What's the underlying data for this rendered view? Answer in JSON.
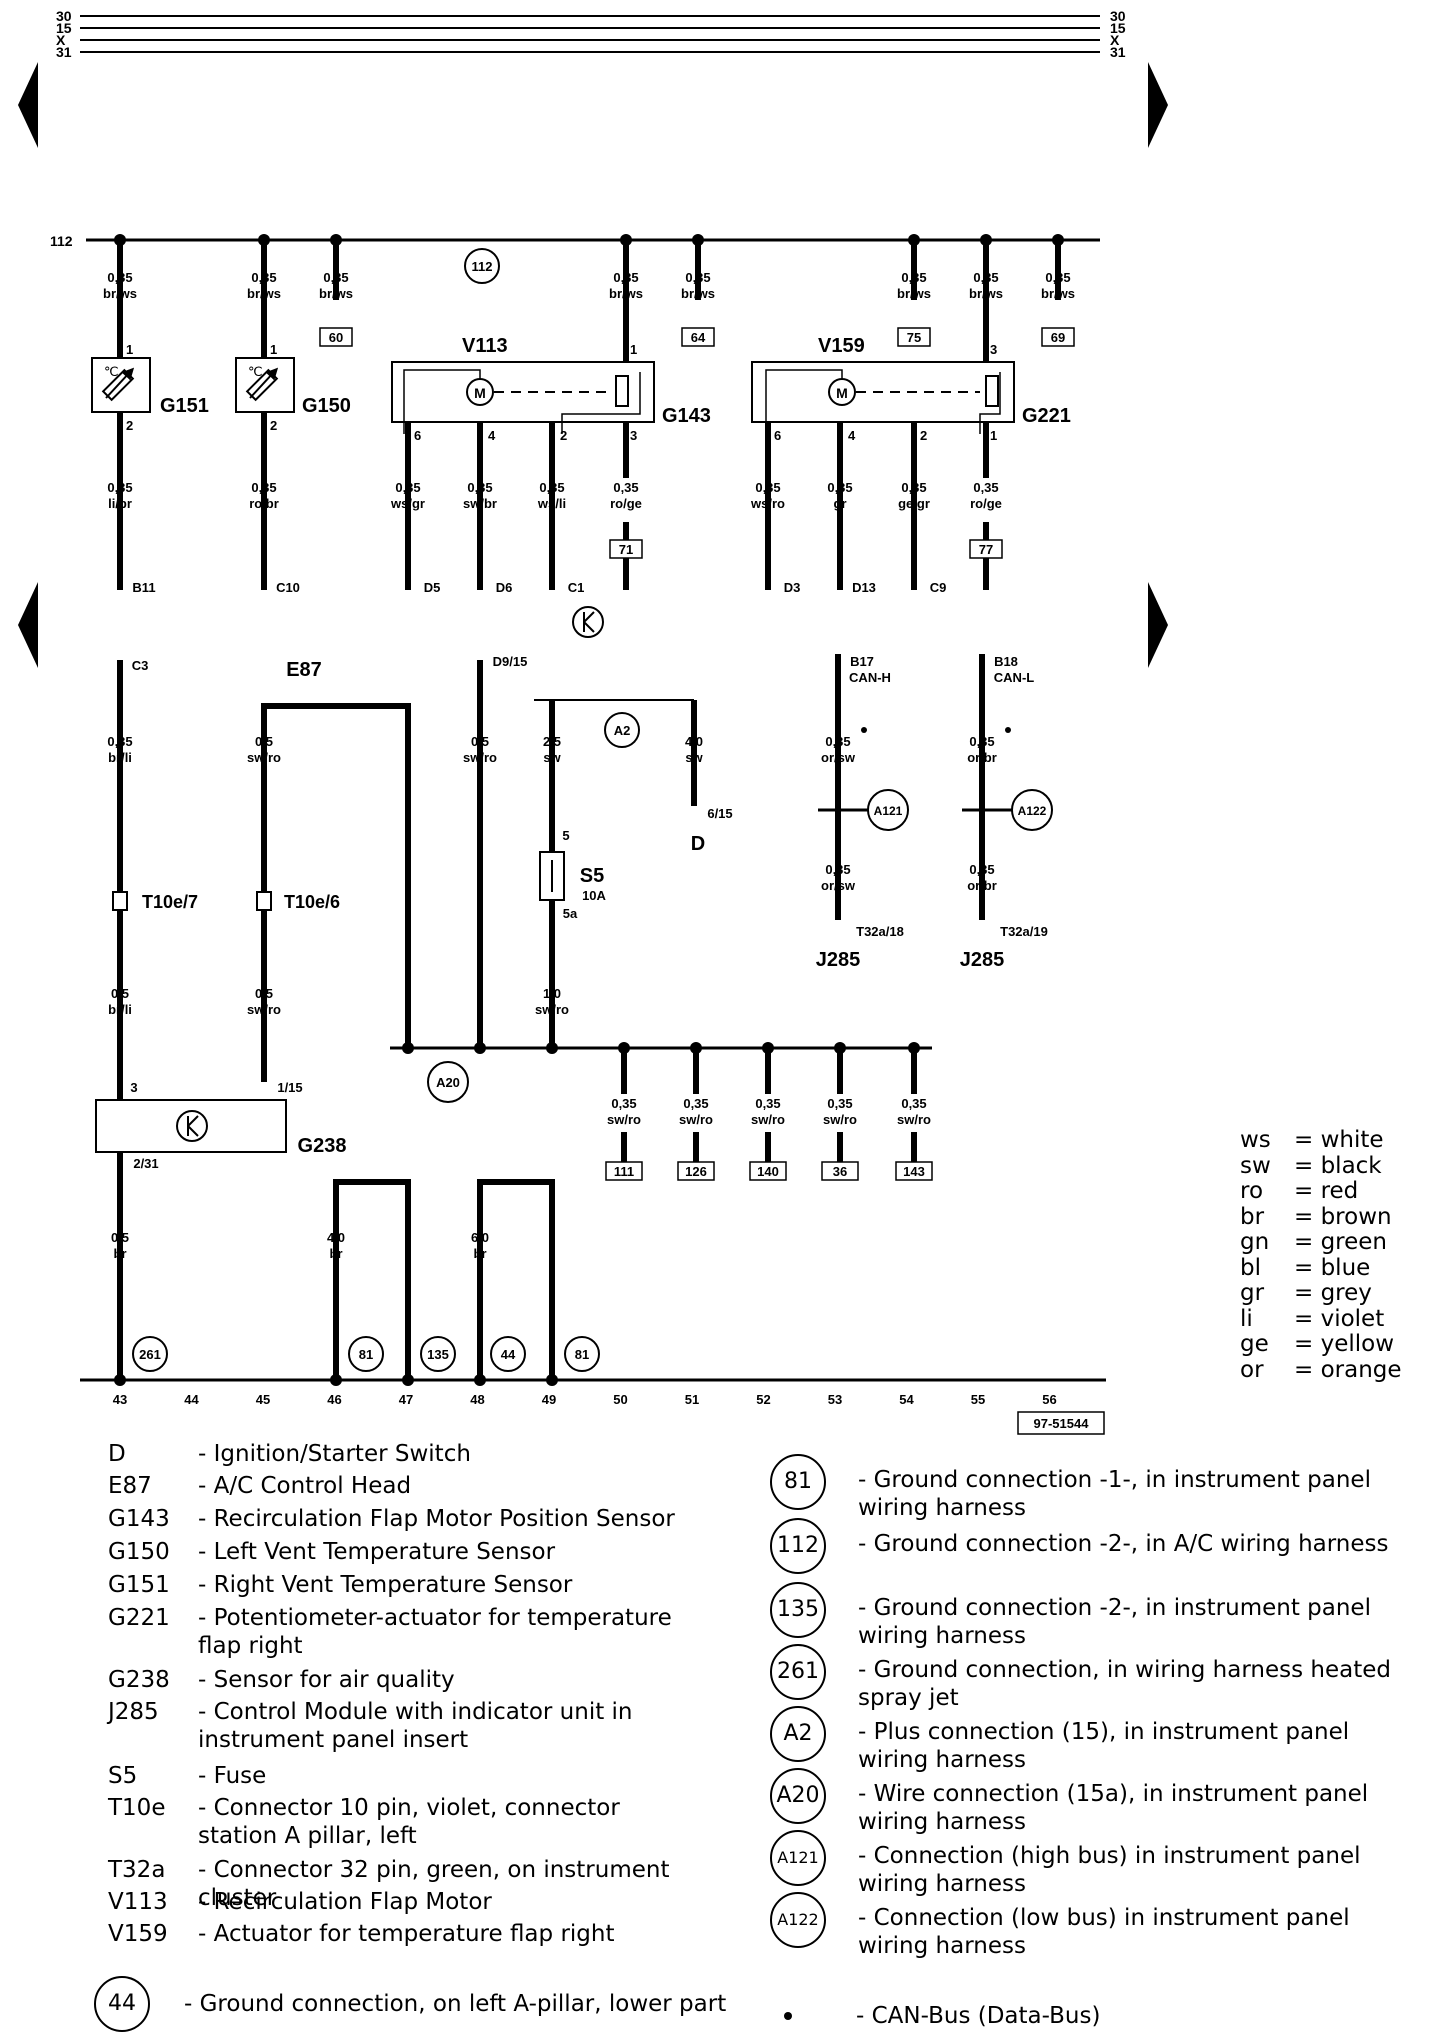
{
  "rails": [
    "30",
    "15",
    "X",
    "31"
  ],
  "ground_bus": "112",
  "diagram_id": "97-51544",
  "ruler": [
    "43",
    "44",
    "45",
    "46",
    "47",
    "48",
    "49",
    "50",
    "51",
    "52",
    "53",
    "54",
    "55",
    "56"
  ],
  "components": {
    "G151": "G151",
    "G150": "G150",
    "G143": "G143",
    "G221": "G221",
    "V113": "V113",
    "V159": "V159",
    "E87": "E87",
    "S5": "S5",
    "S5_rating": "10A",
    "G238": "G238",
    "D": "D",
    "J285a": "J285",
    "J285b": "J285"
  },
  "top_wires": [
    {
      "size": "0,35",
      "color": "br/ws",
      "ref": ""
    },
    {
      "size": "0,35",
      "color": "br/ws",
      "ref": ""
    },
    {
      "size": "0,35",
      "color": "br/ws",
      "ref": "60"
    },
    {
      "size": "0,35",
      "color": "br/ws",
      "ref": ""
    },
    {
      "size": "0,35",
      "color": "br/ws",
      "ref": "64"
    },
    {
      "size": "0,35",
      "color": "br/ws",
      "ref": "75"
    },
    {
      "size": "0,35",
      "color": "br/ws",
      "ref": ""
    },
    {
      "size": "0,35",
      "color": "br/ws",
      "ref": "69"
    }
  ],
  "mid_wires": [
    {
      "size": "0,35",
      "color": "li/br",
      "term": "B11"
    },
    {
      "size": "0,35",
      "color": "ro/br",
      "term": "C10"
    },
    {
      "size": "0,35",
      "color": "ws/gr",
      "term": "D5"
    },
    {
      "size": "0,35",
      "color": "sw/br",
      "term": "D6"
    },
    {
      "size": "0,35",
      "color": "ws/li",
      "term": "C1"
    },
    {
      "size": "0,35",
      "color": "ro/ge",
      "term": "",
      "ref": "71"
    },
    {
      "size": "0,35",
      "color": "ws/ro",
      "term": "D3"
    },
    {
      "size": "0,35",
      "color": "gr",
      "term": "D13"
    },
    {
      "size": "0,35",
      "color": "ge/gr",
      "term": "C9"
    },
    {
      "size": "0,35",
      "color": "ro/ge",
      "term": "",
      "ref": "77"
    }
  ],
  "pins": {
    "g151_top": "1",
    "g151_bot": "2",
    "g150_top": "1",
    "g150_bot": "2",
    "g143_top": "1",
    "g143_6": "6",
    "g143_4": "4",
    "g143_2": "2",
    "g143_3": "3",
    "g221_top": "3",
    "g221_6": "6",
    "g221_4": "4",
    "g221_2": "2",
    "g221_1": "1",
    "s5_top": "5",
    "s5_bot": "5a",
    "g238_3": "3",
    "g238_115": "1/15",
    "g238_231": "2/31",
    "d_615": "6/15",
    "j285a": "T32a/18",
    "j285b": "T32a/19",
    "t10e7": "T10e/7",
    "t10e6": "T10e/6"
  },
  "lower_wires": {
    "c3": {
      "term": "C3",
      "top_size": "0,35",
      "top_color": "br/li",
      "bot_size": "0,5",
      "bot_color": "br/li"
    },
    "e87": {
      "top_size": "0,5",
      "top_color": "sw/ro",
      "bot_size": "0,5",
      "bot_color": "sw/ro"
    },
    "d915": {
      "term": "D9/15",
      "size": "0,5",
      "color": "sw/ro"
    },
    "s5": {
      "top_size": "2,5",
      "top_color": "sw",
      "bot_size": "1,0",
      "bot_color": "sw/ro"
    },
    "d": {
      "size": "4,0",
      "color": "sw"
    },
    "canh": {
      "term": "B17",
      "label": "CAN-H",
      "top_size": "0,35",
      "top_color": "or/sw",
      "bot_size": "0,35",
      "bot_color": "or/sw"
    },
    "canl": {
      "term": "B18",
      "label": "CAN-L",
      "top_size": "0,35",
      "top_color": "or/br",
      "bot_size": "0,35",
      "bot_color": "or/br"
    },
    "gnd_brown": {
      "size": "0,5",
      "color": "br"
    },
    "gnd_46": {
      "size": "4,0",
      "color": "br"
    },
    "gnd_48": {
      "size": "6,0",
      "color": "br"
    }
  },
  "bus_drops": [
    {
      "size": "0,35",
      "color": "sw/ro",
      "ref": "111"
    },
    {
      "size": "0,35",
      "color": "sw/ro",
      "ref": "126"
    },
    {
      "size": "0,35",
      "color": "sw/ro",
      "ref": "140"
    },
    {
      "size": "0,35",
      "color": "sw/ro",
      "ref": "36"
    },
    {
      "size": "0,35",
      "color": "sw/ro",
      "ref": "143"
    }
  ],
  "circles": {
    "c112": "112",
    "a2": "A2",
    "a20": "A20",
    "a121": "A121",
    "a122": "A122",
    "g261": "261",
    "g81a": "81",
    "g135": "135",
    "g44": "44",
    "g81b": "81"
  },
  "color_key": [
    {
      "abbr": "ws",
      "name": "= white"
    },
    {
      "abbr": "sw",
      "name": "= black"
    },
    {
      "abbr": "ro",
      "name": "= red"
    },
    {
      "abbr": "br",
      "name": "= brown"
    },
    {
      "abbr": "gn",
      "name": "= green"
    },
    {
      "abbr": "bl",
      "name": "= blue"
    },
    {
      "abbr": "gr",
      "name": "= grey"
    },
    {
      "abbr": "li",
      "name": "= violet"
    },
    {
      "abbr": "ge",
      "name": "= yellow"
    },
    {
      "abbr": "or",
      "name": "= orange"
    }
  ],
  "legend": [
    {
      "code": "D",
      "desc": "- Ignition/Starter Switch"
    },
    {
      "code": "E87",
      "desc": "- A/C Control Head"
    },
    {
      "code": "G143",
      "desc": "- Recirculation Flap Motor Position Sensor"
    },
    {
      "code": "G150",
      "desc": "- Left Vent Temperature Sensor"
    },
    {
      "code": "G151",
      "desc": "- Right Vent Temperature Sensor"
    },
    {
      "code": "G221",
      "desc": "- Potentiometer-actuator for temperature flap right"
    },
    {
      "code": "G238",
      "desc": "- Sensor for air quality"
    },
    {
      "code": "J285",
      "desc": "- Control Module with indicator unit in instrument panel insert"
    },
    {
      "code": "S5",
      "desc": "- Fuse"
    },
    {
      "code": "T10e",
      "desc": "- Connector 10 pin, violet, connector station A pillar, left"
    },
    {
      "code": "T32a",
      "desc": "- Connector 32 pin, green, on  instrument cluster"
    },
    {
      "code": "V113",
      "desc": "- Recirculation Flap Motor"
    },
    {
      "code": "V159",
      "desc": "- Actuator for temperature flap right"
    }
  ],
  "ground_legend": [
    {
      "id": "81",
      "desc": "- Ground connection -1-, in instrument panel wiring harness"
    },
    {
      "id": "112",
      "desc": "- Ground connection -2-, in A/C wiring harness"
    },
    {
      "id": "135",
      "desc": "- Ground connection -2-, in instrument panel wiring harness"
    },
    {
      "id": "261",
      "desc": "- Ground connection, in wiring harness heated spray jet"
    },
    {
      "id": "A2",
      "desc": "- Plus connection (15), in instrument panel wiring harness"
    },
    {
      "id": "A20",
      "desc": "- Wire connection (15a), in instrument panel wiring harness"
    },
    {
      "id": "A121",
      "desc": "- Connection (high bus) in instrument panel wiring harness"
    },
    {
      "id": "A122",
      "desc": "- Connection (low bus) in instrument panel wiring harness"
    }
  ],
  "footer": {
    "g44_id": "44",
    "g44_desc": "- Ground connection, on left A-pillar, lower part",
    "can_desc": "- CAN-Bus (Data-Bus)"
  }
}
